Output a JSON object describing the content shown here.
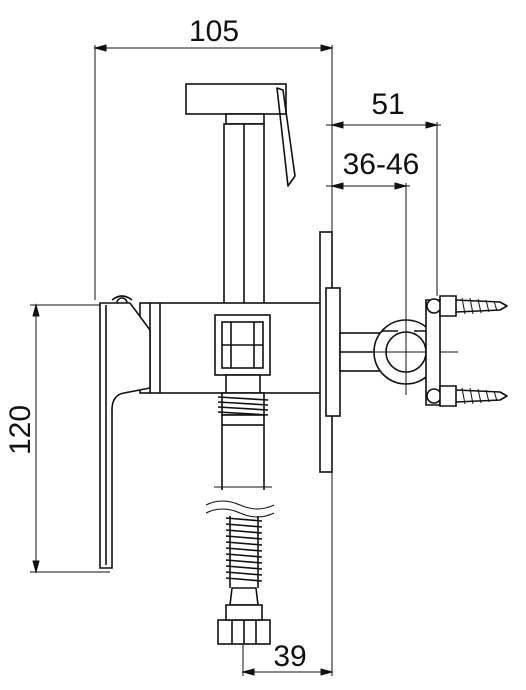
{
  "dimensions": {
    "overall_width": "105",
    "bracket_depth": "51",
    "wall_range": "36-46",
    "body_height": "120",
    "hose_offset": "39"
  },
  "colors": {
    "line": "#111111",
    "background": "#ffffff"
  }
}
